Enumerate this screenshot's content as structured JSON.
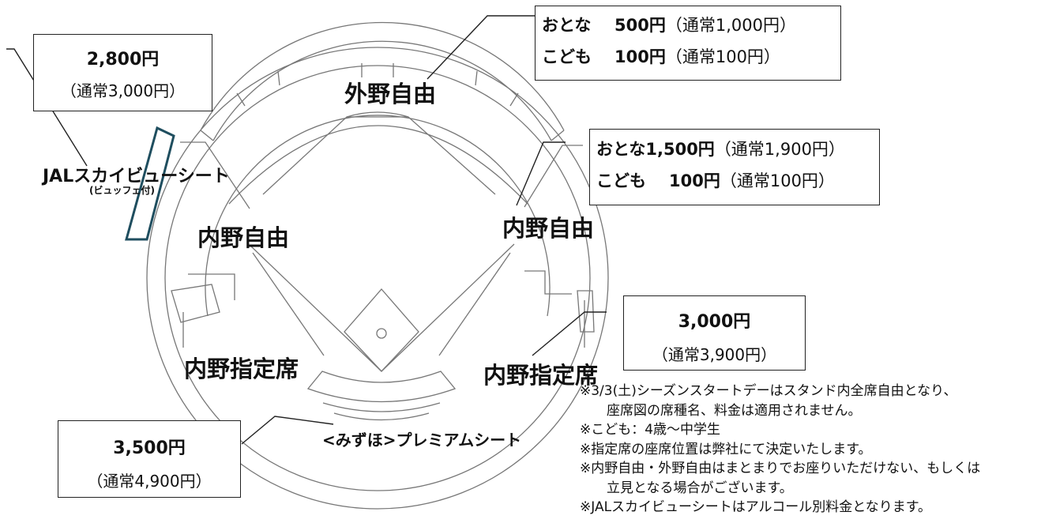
{
  "zones": {
    "outfield_free": "外野自由",
    "infield_free_left": "内野自由",
    "infield_free_right": "内野自由",
    "infield_reserved_left": "内野指定席",
    "infield_reserved_right": "内野指定席",
    "jal_sky_view": "JALスカイビューシート",
    "jal_sky_view_sub": "(ビュッフェ付)",
    "premium": "<みずほ>プレミアムシート"
  },
  "price_boxes": {
    "jal": {
      "price": "2,800円",
      "regular": "（通常3,000円）"
    },
    "outfield": {
      "adult_label": "おとな",
      "adult_price": "500円",
      "adult_regular": "（通常1,000円）",
      "child_label": "こども",
      "child_price": "100円",
      "child_regular": "（通常100円）"
    },
    "infield_free": {
      "adult_label": "おとな",
      "adult_price": "1,500円",
      "adult_regular": "（通常1,900円）",
      "child_label": "こども",
      "child_price": "100円",
      "child_regular": "（通常100円）"
    },
    "infield_reserved_right": {
      "price": "3,000円",
      "regular": "（通常3,900円）"
    },
    "premium": {
      "price": "3,500円",
      "regular": "（通常4,900円）"
    }
  },
  "notes": [
    "※3/3(土)シーズンスタートデーはスタンド内全席自由となり、",
    "座席図の席種名、料金は適用されません。",
    "※こども：4歳～中学生",
    "※指定席の座席位置は弊社にて決定いたします。",
    "※内野自由・外野自由はまとまりでお座りいただけない、もしくは",
    "立見となる場合がございます。",
    "※JALスカイビューシートはアルコール別料金となります。"
  ],
  "colors": {
    "line": "#777777",
    "jal_outline": "#1f4e5f",
    "text": "#111111"
  }
}
